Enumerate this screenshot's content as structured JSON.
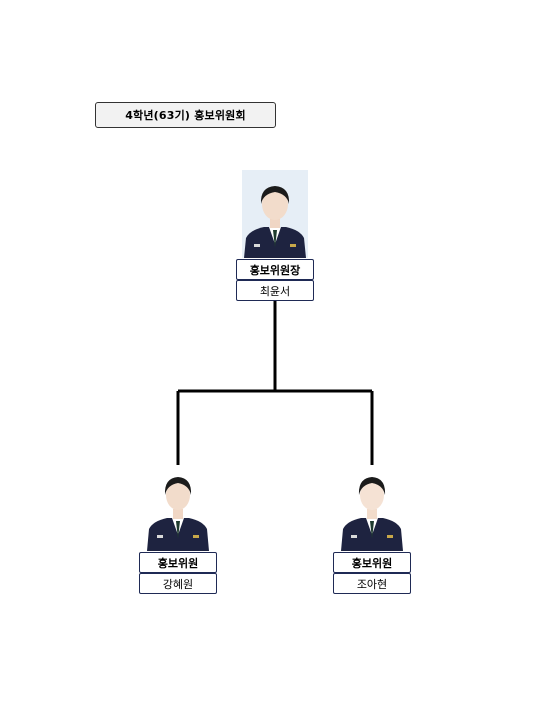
{
  "header": {
    "title": "4학년(63기) 홍보위원회"
  },
  "org": {
    "leader": {
      "role": "홍보위원장",
      "name": "최윤서"
    },
    "members": [
      {
        "role": "홍보위원",
        "name": "강혜원"
      },
      {
        "role": "홍보위원",
        "name": "조아현"
      }
    ]
  },
  "colors": {
    "line": "#000000",
    "box_border": "#1f2a55",
    "title_bg": "#f2f2f2",
    "uniform": "#1e2340",
    "photo_bg": "#e8eef4"
  }
}
